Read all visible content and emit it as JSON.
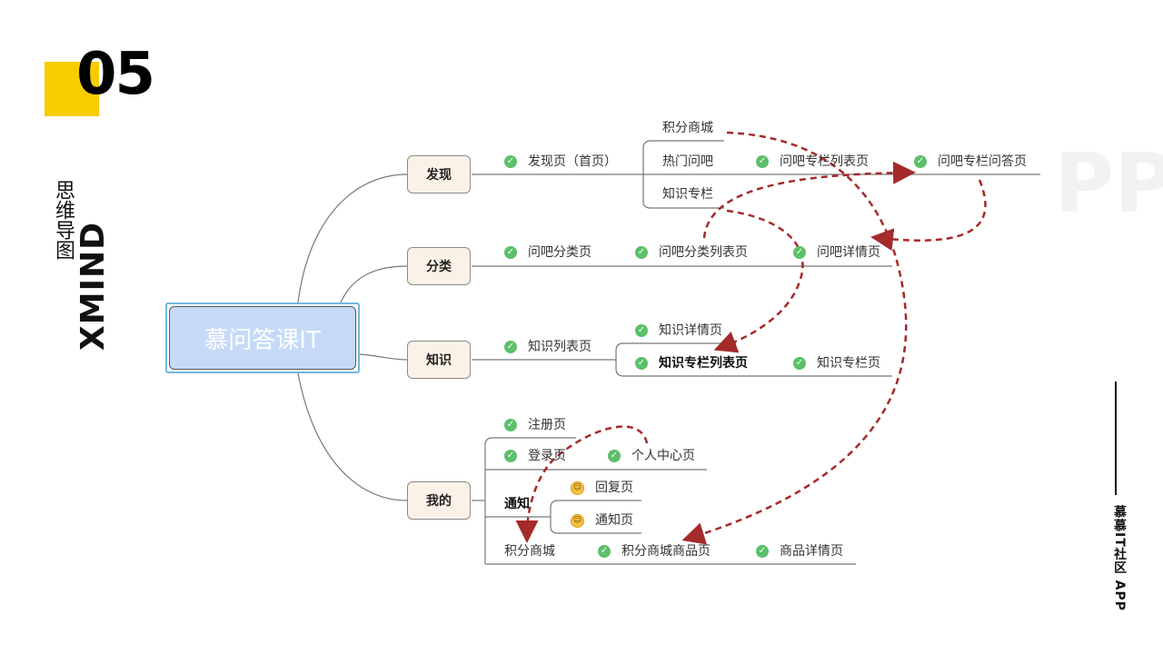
{
  "header": {
    "number": "05",
    "title_cn": "思维导图",
    "title_en": "XMIND"
  },
  "watermark": "PP",
  "side_label": "慕慕IT社区 APP",
  "root": {
    "label": "慕问答课IT"
  },
  "categories": [
    {
      "id": "discover",
      "label": "发现"
    },
    {
      "id": "category",
      "label": "分类"
    },
    {
      "id": "knowledge",
      "label": "知识"
    },
    {
      "id": "mine",
      "label": "我的"
    }
  ],
  "nodes": {
    "discover_page": "发现页（首页）",
    "points_mall": "积分商城",
    "hot_ask": "热门问吧",
    "knowledge_column": "知识专栏",
    "ask_column_list": "问吧专栏列表页",
    "ask_column_qa": "问吧专栏问答页",
    "ask_category": "问吧分类页",
    "ask_category_list": "问吧分类列表页",
    "ask_detail": "问吧详情页",
    "knowledge_list": "知识列表页",
    "knowledge_detail": "知识详情页",
    "knowledge_column_list": "知识专栏列表页",
    "knowledge_column_page": "知识专栏页",
    "register": "注册页",
    "login": "登录页",
    "personal_center": "个人中心页",
    "notify": "通知",
    "reply_page": "回复页",
    "notify_page": "通知页",
    "mine_points_mall": "积分商城",
    "points_goods": "积分商城商品页",
    "goods_detail": "商品详情页"
  },
  "colors": {
    "accent_yellow": "#f7cc00",
    "arrow_red": "#a52a2a",
    "check_green": "#5cc06a",
    "root_fill": "#c6daf8"
  }
}
